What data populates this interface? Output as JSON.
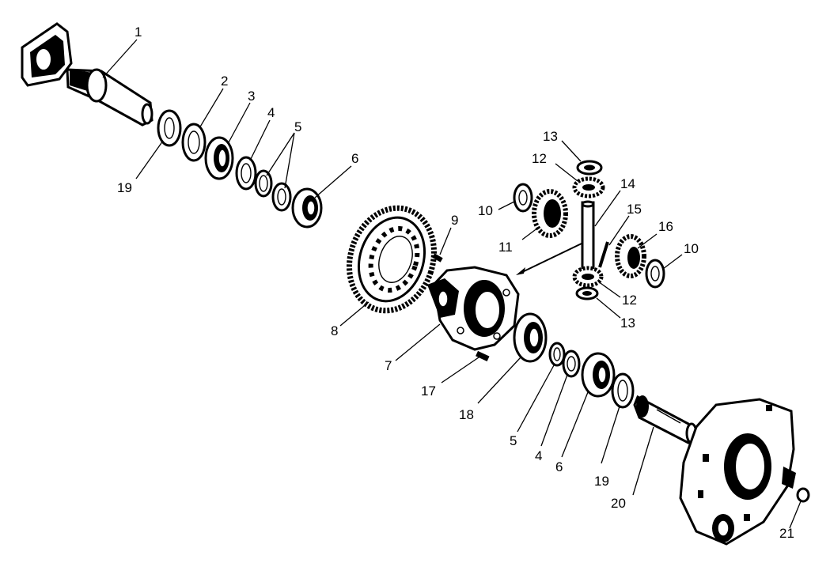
{
  "callouts": {
    "c1": "1",
    "c2": "2",
    "c3": "3",
    "c4a": "4",
    "c5a": "5",
    "c6a": "6",
    "c19a": "19",
    "c7": "7",
    "c8": "8",
    "c9": "9",
    "c10a": "10",
    "c11": "11",
    "c12a": "12",
    "c13a": "13",
    "c14": "14",
    "c15": "15",
    "c16": "16",
    "c10b": "10",
    "c12b": "12",
    "c13b": "13",
    "c17": "17",
    "c18": "18",
    "c5b": "5",
    "c4b": "4",
    "c6b": "6",
    "c19b": "19",
    "c20": "20",
    "c21": "21"
  }
}
